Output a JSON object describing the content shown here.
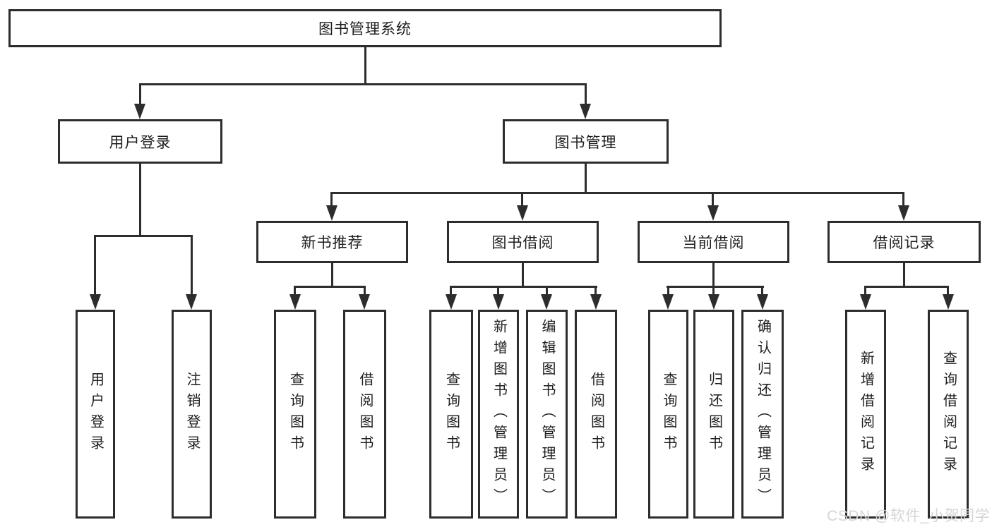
{
  "diagram": {
    "root": {
      "label": "图书管理系统"
    },
    "branches": [
      {
        "label": "用户登录",
        "children": [
          {
            "label": "用户登录"
          },
          {
            "label": "注销登录"
          }
        ]
      },
      {
        "label": "图书管理",
        "children": [
          {
            "label": "新书推荐",
            "children": [
              {
                "label": "查询图书"
              },
              {
                "label": "借阅图书"
              }
            ]
          },
          {
            "label": "图书借阅",
            "children": [
              {
                "label": "查询图书"
              },
              {
                "label": "新增图书（管理员）"
              },
              {
                "label": "编辑图书（管理员）"
              },
              {
                "label": "借阅图书"
              }
            ]
          },
          {
            "label": "当前借阅",
            "children": [
              {
                "label": "查询图书"
              },
              {
                "label": "归还图书"
              },
              {
                "label": "确认归还（管理员）"
              }
            ]
          },
          {
            "label": "借阅记录",
            "children": [
              {
                "label": "新增借阅记录"
              },
              {
                "label": "查询借阅记录"
              }
            ]
          }
        ]
      }
    ]
  },
  "watermark": {
    "text": "CSDN @软件_小贺同学"
  },
  "colors": {
    "line": "#2d2d2d",
    "text": "#1d1d1d",
    "box_background": "#ffffff",
    "watermark": "#d5d5d5",
    "background": "#ffffff"
  }
}
